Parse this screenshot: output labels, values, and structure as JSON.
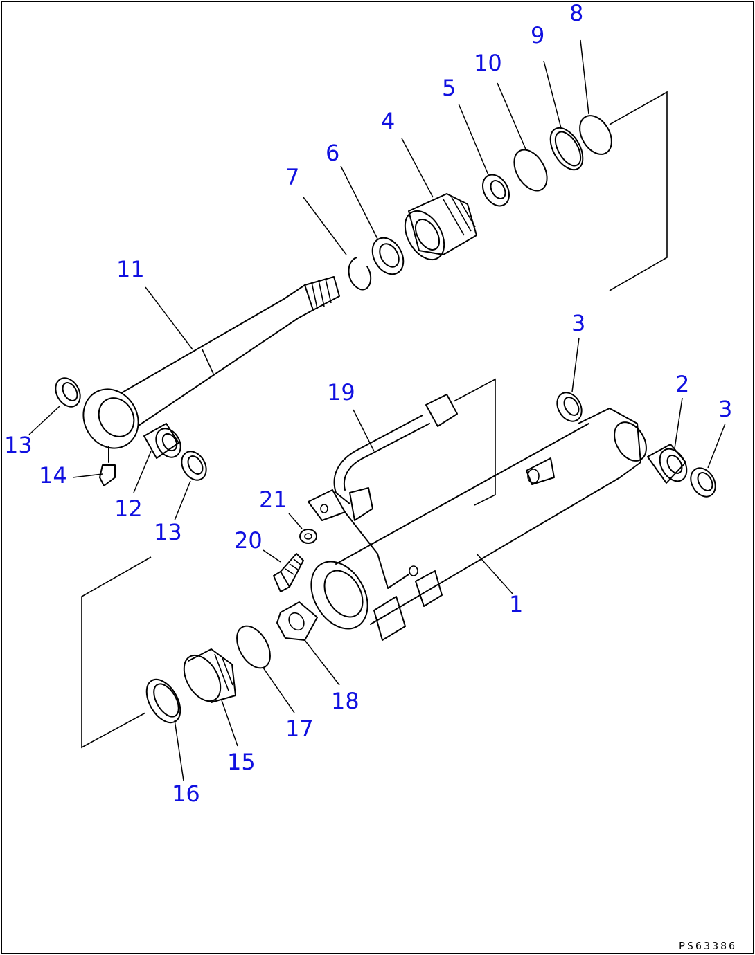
{
  "drawing_code": "PS63386",
  "callouts": {
    "c1": "1",
    "c2": "2",
    "c3a": "3",
    "c3b": "3",
    "c4": "4",
    "c5": "5",
    "c6": "6",
    "c7": "7",
    "c8": "8",
    "c9": "9",
    "c10": "10",
    "c11": "11",
    "c12": "12",
    "c13a": "13",
    "c13b": "13",
    "c14": "14",
    "c15": "15",
    "c16": "16",
    "c17": "17",
    "c18": "18",
    "c19": "19",
    "c20": "20",
    "c21": "21"
  },
  "colors": {
    "callout": "#1010e0",
    "line": "#000000",
    "background": "#ffffff"
  }
}
